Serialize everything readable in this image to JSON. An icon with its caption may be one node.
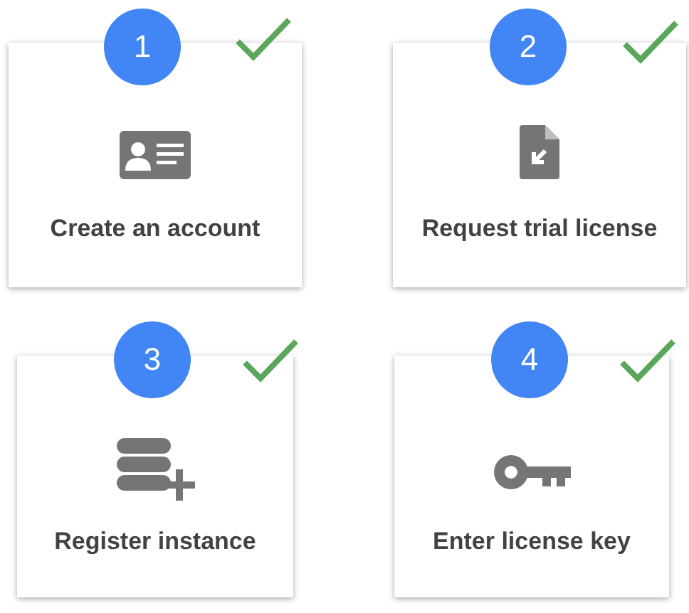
{
  "diagram": {
    "nodes": [
      {
        "text": [
          "1"
        ]
      },
      {
        "text": [
          "Create an account"
        ]
      },
      {
        "text": [
          "2"
        ]
      },
      {
        "text": [
          "Request trial license"
        ]
      },
      {
        "text": [
          "3"
        ]
      },
      {
        "text": [
          "Register instance"
        ]
      },
      {
        "text": [
          "4"
        ]
      },
      {
        "text": [
          "Enter license key"
        ]
      }
    ]
  }
}
